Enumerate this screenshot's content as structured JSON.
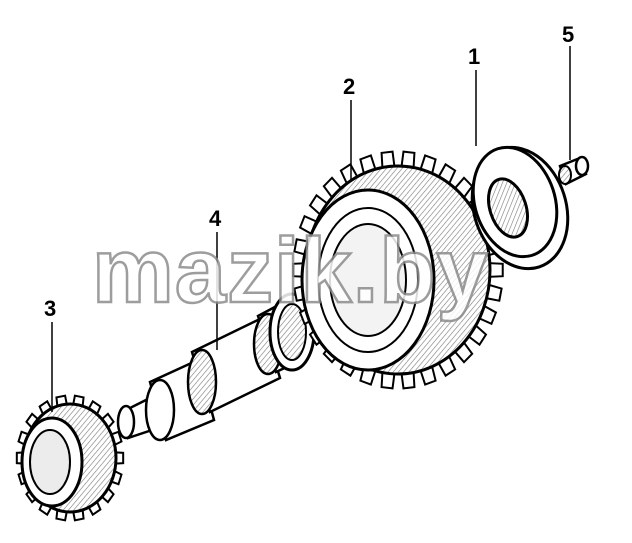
{
  "callouts": {
    "one": "1",
    "two": "2",
    "three": "3",
    "four": "4",
    "five": "5"
  },
  "watermark": "mazik.by",
  "colors": {
    "line": "#000000",
    "fill": "#ffffff",
    "shade": "#b4b4b4",
    "watermark_stroke": "#8c8c8c"
  }
}
